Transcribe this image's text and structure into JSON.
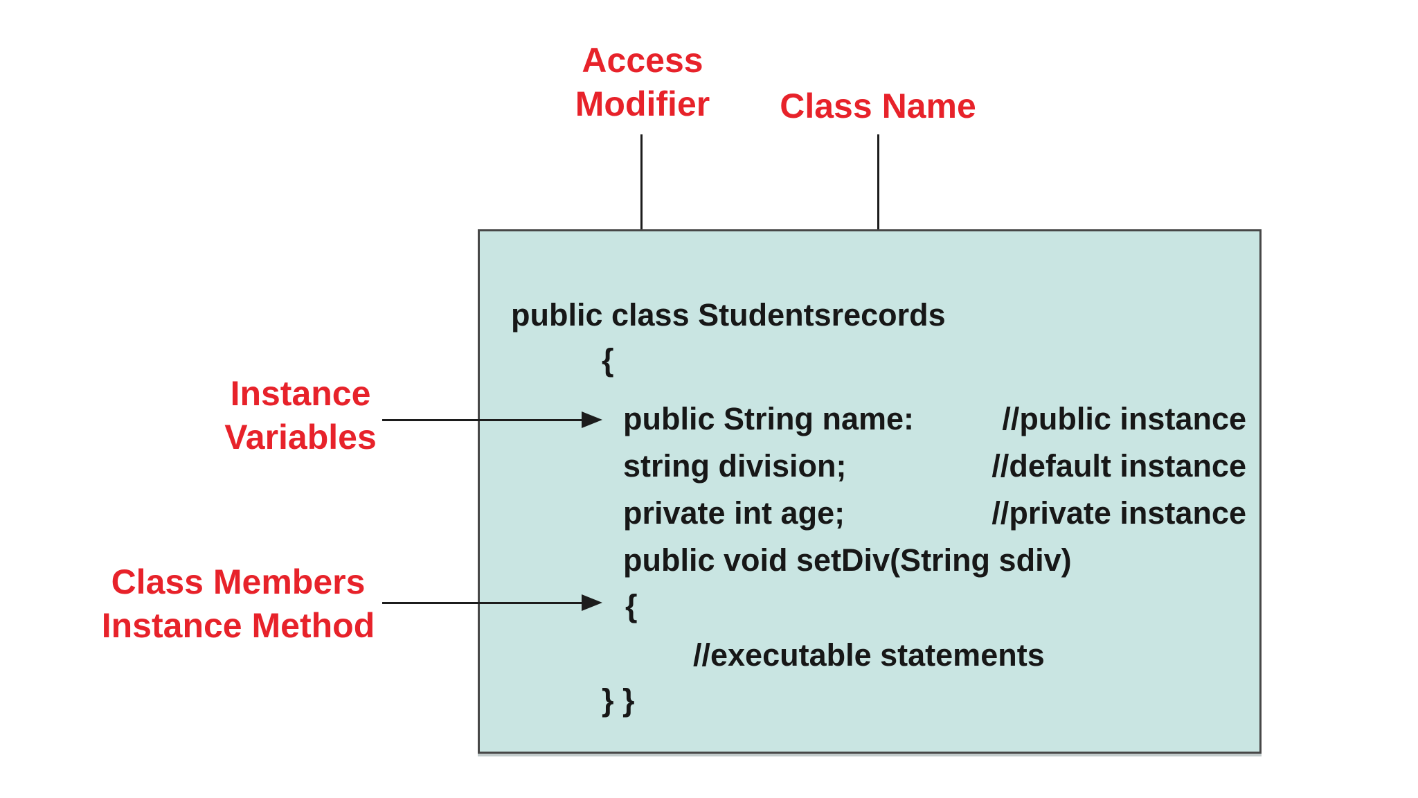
{
  "diagram": {
    "colors": {
      "box_fill": "#c9e5e2",
      "box_border": "#474747",
      "label_red": "#e7222a",
      "arrow_black": "#1c1c1c",
      "code_text": "#171717",
      "background": "#ffffff"
    },
    "labels": {
      "access_modifier": {
        "line1": "Access",
        "line2": "Modifier"
      },
      "class_name": "Class Name",
      "instance_variables": {
        "line1": "Instance",
        "line2": "Variables"
      },
      "class_members": {
        "line1": "Class Members",
        "line2": "Instance Method"
      }
    },
    "code": {
      "class_declaration": "public class Studentsrecords",
      "class_open_brace": "{",
      "members": [
        {
          "code": "public String name:",
          "comment": "//public instance"
        },
        {
          "code": "string division;",
          "comment": "//default instance"
        },
        {
          "code": "private int age;",
          "comment": "//private instance"
        }
      ],
      "method_signature": "public void setDiv(String sdiv)",
      "method_open_brace": "{",
      "method_body_comment": "//executable statements",
      "closing_braces": "} }"
    },
    "icons": {
      "down_arrow": "down-arrow",
      "right_arrow": "right-arrow"
    }
  }
}
